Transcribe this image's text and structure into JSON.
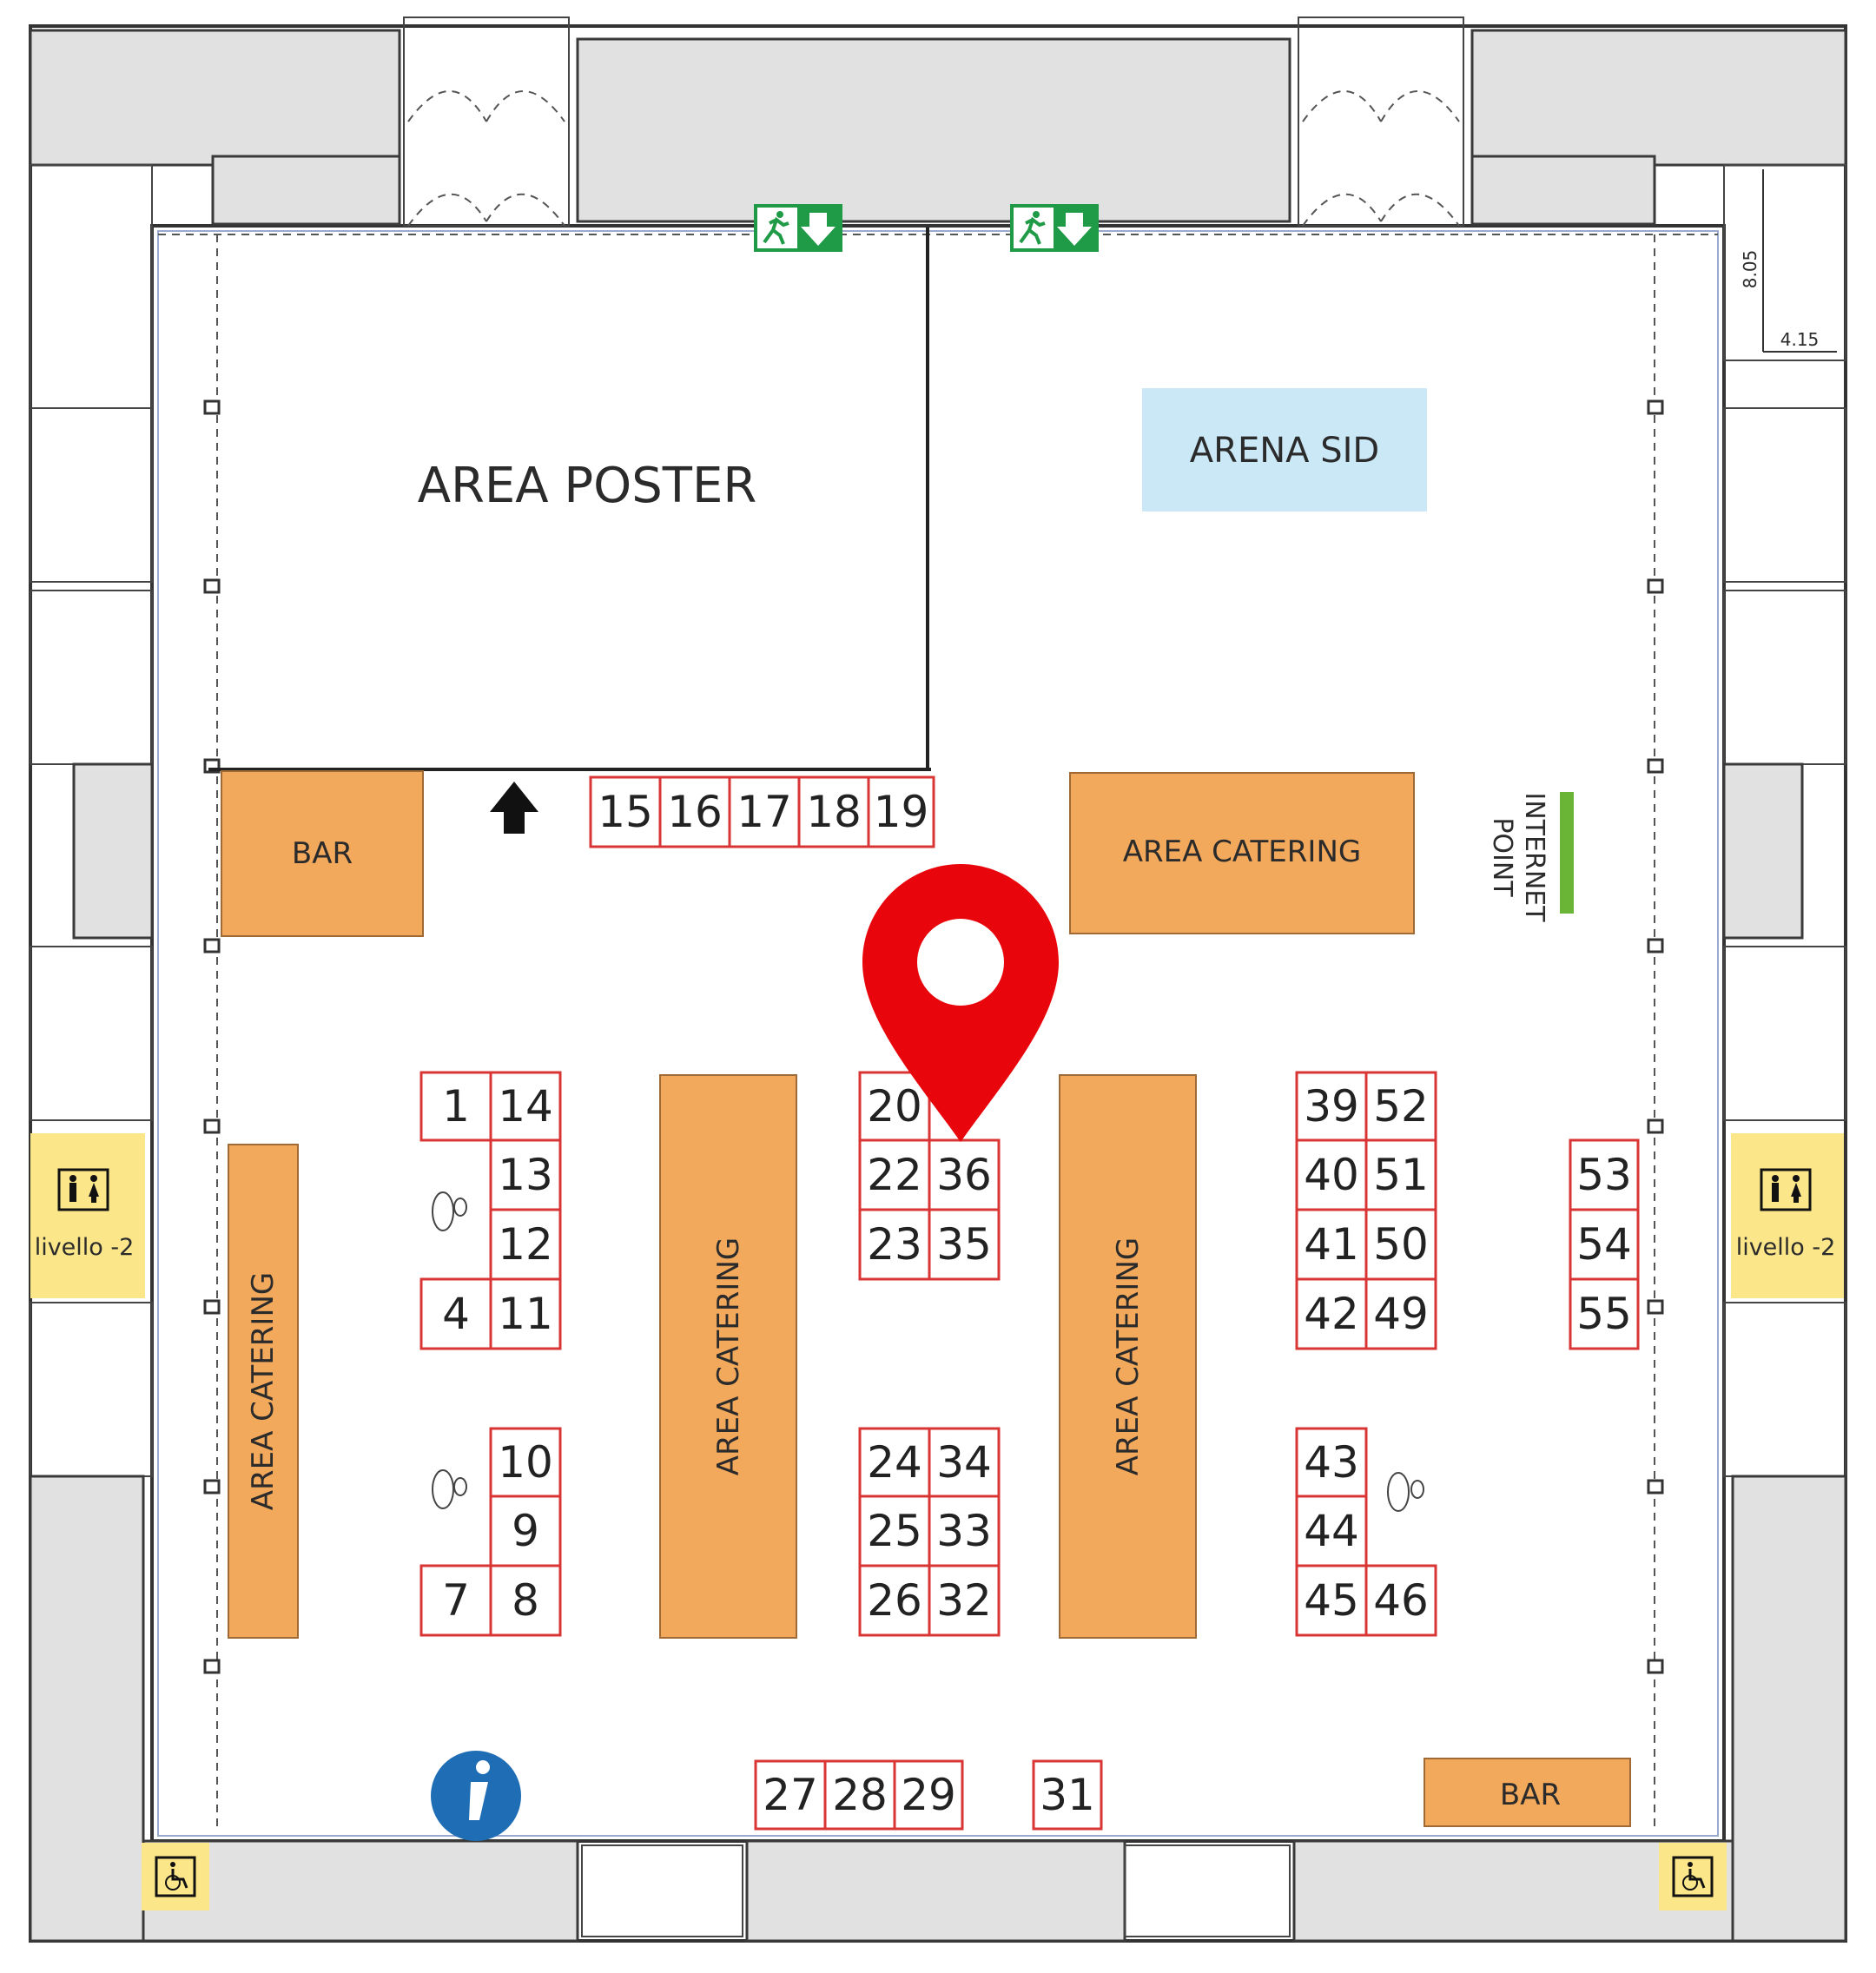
{
  "areas": {
    "area_poster": "AREA POSTER",
    "arena_sid": "ARENA SID",
    "bar_left": "BAR",
    "bar_bottom": "BAR",
    "catering_top": "AREA CATERING",
    "catering_left": "AREA CATERING",
    "catering_center": "AREA CATERING",
    "catering_right": "AREA CATERING",
    "internet_line1": "INTERNET",
    "internet_line2": "POINT"
  },
  "restrooms": {
    "left_level": "livello -2",
    "right_level": "livello -2"
  },
  "dimensions": {
    "height": "8.05",
    "width": "4.15"
  },
  "booths": {
    "b15": "15",
    "b16": "16",
    "b17": "17",
    "b18": "18",
    "b19": "19",
    "b1": "1",
    "b14": "14",
    "b13": "13",
    "b12": "12",
    "b4": "4",
    "b11": "11",
    "b10": "10",
    "b9": "9",
    "b7": "7",
    "b8": "8",
    "b20": "20",
    "b22": "22",
    "b36": "36",
    "b23": "23",
    "b35": "35",
    "b24": "24",
    "b34": "34",
    "b25": "25",
    "b33": "33",
    "b26": "26",
    "b32": "32",
    "b39": "39",
    "b52": "52",
    "b40": "40",
    "b51": "51",
    "b41": "41",
    "b50": "50",
    "b42": "42",
    "b49": "49",
    "b43": "43",
    "b44": "44",
    "b45": "45",
    "b46": "46",
    "b53": "53",
    "b54": "54",
    "b55": "55",
    "b27": "27",
    "b28": "28",
    "b29": "29",
    "b31": "31"
  },
  "colors": {
    "booth_outline": "#d93535",
    "catering": "#f3a95c",
    "arena": "#cbe8f6",
    "restroom": "#fbe78a",
    "exit_green": "#1f9a46",
    "pin_red": "#e8050b",
    "info_blue": "#1f6db4",
    "internet_green": "#6ab536"
  },
  "icons": {
    "exit_left": "emergency-exit-icon",
    "exit_right": "emergency-exit-icon",
    "marker": "location-pin-icon",
    "info": "info-icon",
    "wheelchair_left": "wheelchair-icon",
    "wheelchair_right": "wheelchair-icon",
    "wc_left": "restroom-icon",
    "wc_right": "restroom-icon",
    "entrance_arrow": "arrow-up-icon"
  }
}
